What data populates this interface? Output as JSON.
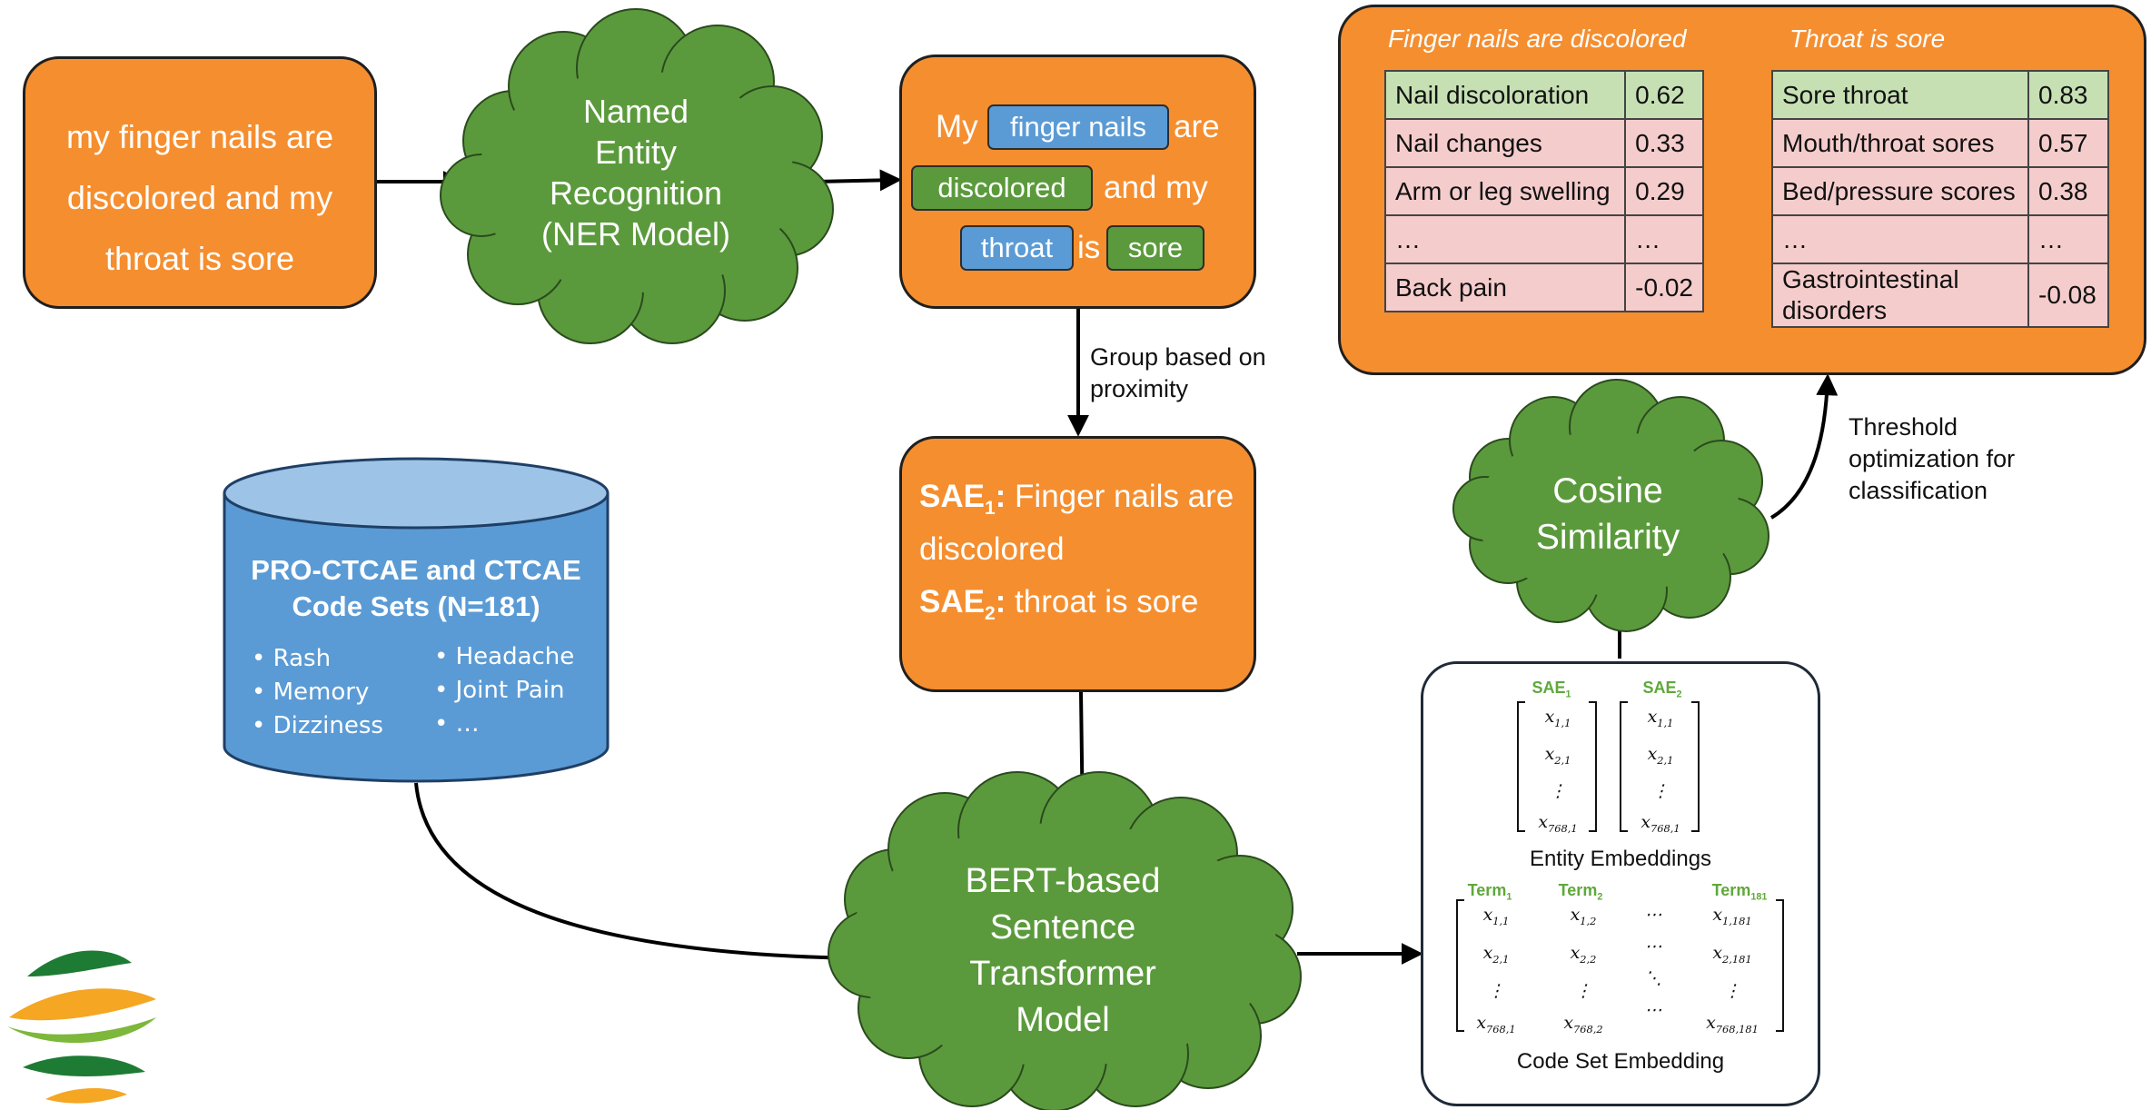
{
  "input_box": {
    "lines": [
      "my finger nails are",
      "discolored and my",
      "throat is sore"
    ]
  },
  "ner_cloud": {
    "lines": [
      "Named",
      "Entity",
      "Recognition",
      "(NER Model)"
    ]
  },
  "ner_output": {
    "words": [
      "My",
      "are",
      "and my",
      "is"
    ],
    "chips": [
      "finger nails",
      "discolored",
      "throat",
      "sore"
    ]
  },
  "group_label": [
    "Group based on",
    "proximity"
  ],
  "sae_box": {
    "sae1_label": "SAE",
    "sae1_sub": "1",
    "sae1_colon": ":",
    "sae1_text": " Finger nails are",
    "sae1_text2": "discolored",
    "sae2_label": "SAE",
    "sae2_sub": "2",
    "sae2_colon": ":",
    "sae2_text": " throat is sore"
  },
  "database": {
    "title_lines": [
      "PRO-CTCAE and CTCAE",
      "Code Sets (N=181)"
    ],
    "items_left": [
      "• Rash",
      "• Memory",
      "• Dizziness"
    ],
    "items_right": [
      "• Headache",
      "• Joint Pain",
      "• …"
    ]
  },
  "bert_cloud": {
    "lines": [
      "BERT-based",
      "Sentence",
      "Transformer",
      "Model"
    ]
  },
  "embeddings": {
    "entity_heads": [
      "SAE",
      "SAE"
    ],
    "entity_subs": [
      "1",
      "2"
    ],
    "entity_caption": "Entity Embeddings",
    "term_heads": [
      "Term",
      "Term",
      "Term"
    ],
    "term_subs": [
      "1",
      "2",
      "181"
    ],
    "code_caption": "Code Set Embedding"
  },
  "cosine_cloud": {
    "lines": [
      "Cosine",
      "Similarity"
    ]
  },
  "threshold_label": [
    "Threshold",
    "optimization for",
    "classification"
  ],
  "results": {
    "title_left": "Finger nails are discolored",
    "title_right": "Throat is sore",
    "left_rows": [
      {
        "term": "Nail discoloration",
        "score": "0.62"
      },
      {
        "term": "Nail changes",
        "score": "0.33"
      },
      {
        "term": "Arm or leg swelling",
        "score": "0.29"
      },
      {
        "term": "…",
        "score": "…"
      },
      {
        "term": "Back pain",
        "score": "-0.02"
      }
    ],
    "right_rows": [
      {
        "term": "Sore throat",
        "score": "0.83"
      },
      {
        "term": "Mouth/throat sores",
        "score": "0.57"
      },
      {
        "term": "Bed/pressure scores",
        "score": "0.38"
      },
      {
        "term": "…",
        "score": "…"
      },
      {
        "term": "Gastrointestinal disorders",
        "score": "-0.08"
      }
    ]
  },
  "colors": {
    "orange": "#F58E2F",
    "green": "#5B9A3C",
    "blue": "#5B9BD5",
    "match": "#C6E0B4",
    "nomatch": "#F5CCCC"
  }
}
